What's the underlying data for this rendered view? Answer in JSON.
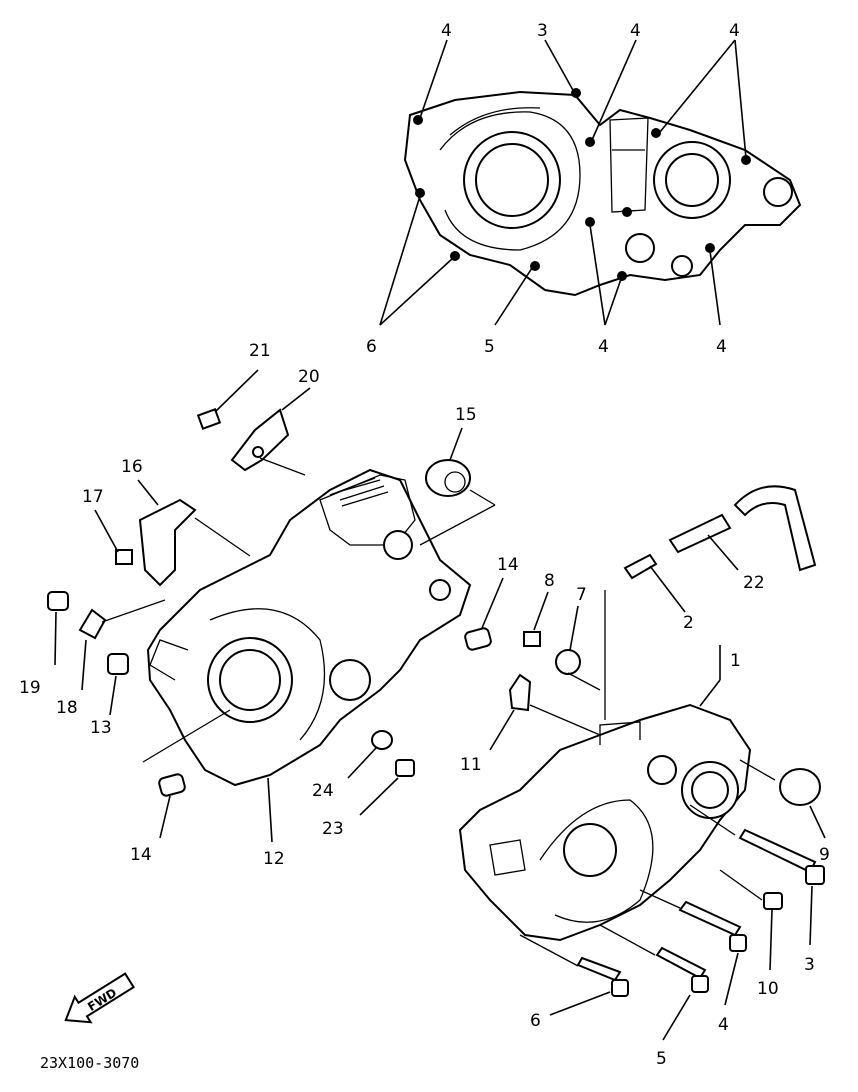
{
  "callouts": [
    "1",
    "2",
    "3",
    "4",
    "5",
    "6",
    "7",
    "8",
    "9",
    "10",
    "11",
    "12",
    "13",
    "14",
    "15",
    "16",
    "17",
    "18",
    "19",
    "20",
    "21",
    "22",
    "23",
    "24"
  ],
  "fwd_text": "FWD",
  "diagram_code": "23X100-3070"
}
